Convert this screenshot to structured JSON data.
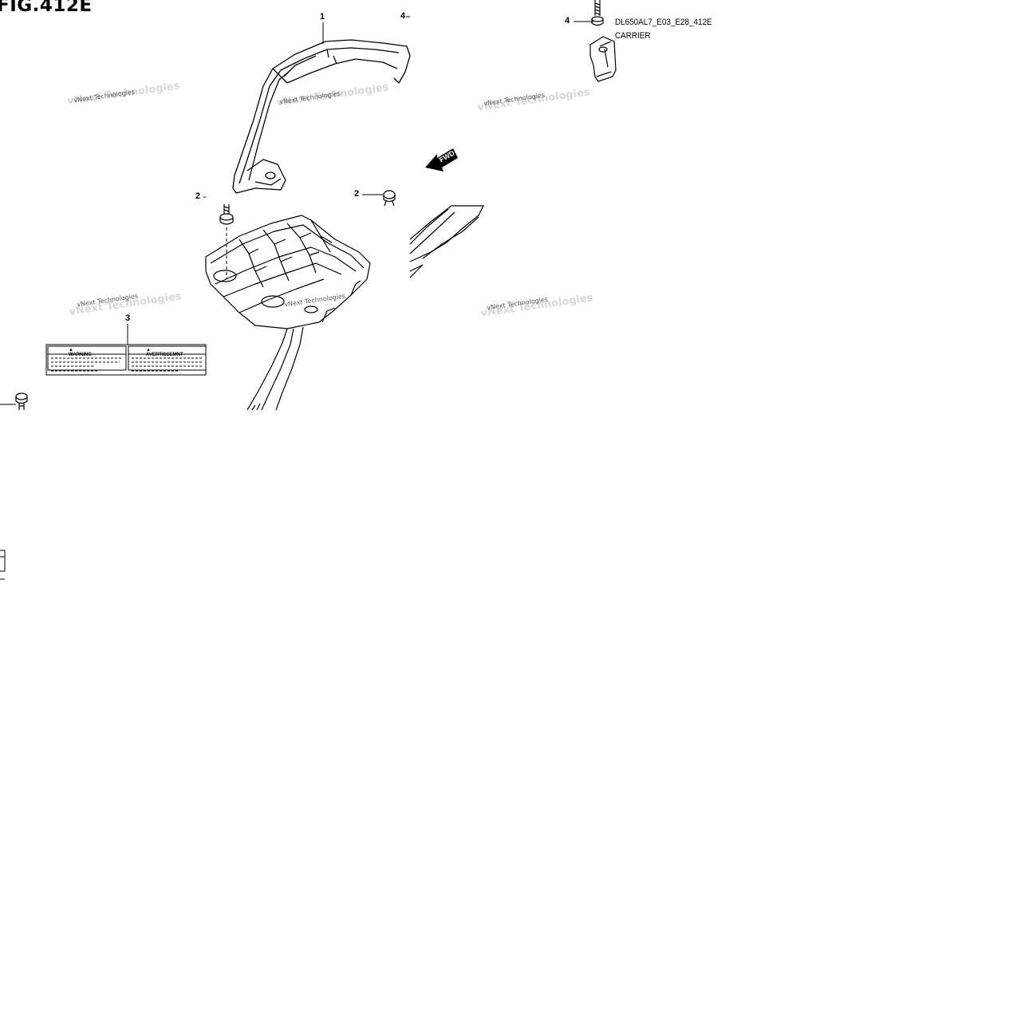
{
  "figure": {
    "title": "FIG.412E",
    "code": "DL650AL7_E03_E28_412E",
    "name": "CARRIER"
  },
  "callouts": [
    "1",
    "2",
    "2",
    "3",
    "4",
    "4"
  ],
  "watermark": "vNext Technologies",
  "label_part": {
    "left_header": "WARNING",
    "right_header": "AVERTISSEMNT"
  },
  "direction": "FWD",
  "colors": {
    "ink": "#000000",
    "paper": "#ffffff",
    "watermark": "#555555"
  }
}
